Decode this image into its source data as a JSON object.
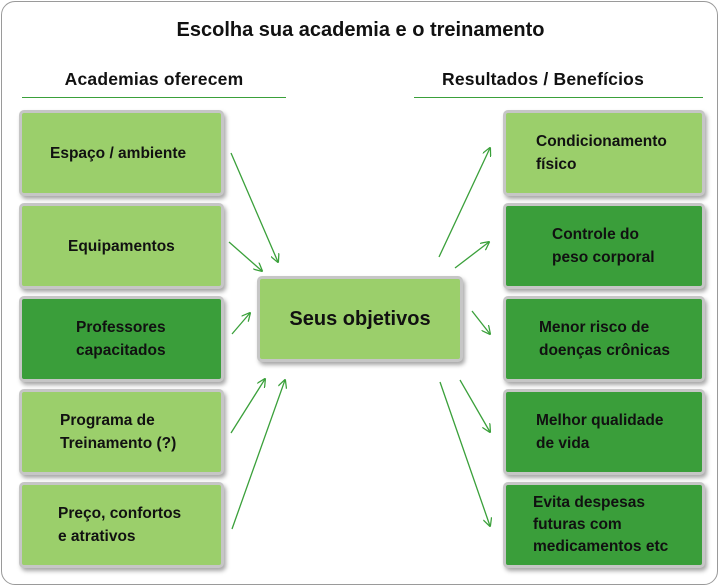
{
  "title": "Escolha sua academia e o treinamento",
  "left_column": {
    "heading": "Academias oferecem",
    "items": [
      {
        "label": "Espaço / ambiente",
        "shade": "light"
      },
      {
        "label": "Equipamentos",
        "shade": "light"
      },
      {
        "label": "Professores\ncapacitados",
        "shade": "dark"
      },
      {
        "label": "Programa de\nTreinamento (?)",
        "shade": "light"
      },
      {
        "label": "Preço, confortos\ne atrativos",
        "shade": "light"
      }
    ]
  },
  "center": {
    "label": "Seus objetivos"
  },
  "right_column": {
    "heading": "Resultados  / Benefícios",
    "items": [
      {
        "label": "Condicionamento\nfísico",
        "shade": "light"
      },
      {
        "label": "Controle do\npeso corporal",
        "shade": "dark"
      },
      {
        "label": "Menor risco de\ndoenças crônicas",
        "shade": "dark"
      },
      {
        "label": "Melhor qualidade\nde vida",
        "shade": "dark"
      },
      {
        "label": "Evita despesas\nfuturas com\nmedicamentos etc",
        "shade": "dark"
      }
    ]
  },
  "colors": {
    "light_green": "#9bcf6b",
    "dark_green": "#3a9e3a",
    "arrow_green": "#3aa03a",
    "box_border": "#c6c6c6"
  }
}
